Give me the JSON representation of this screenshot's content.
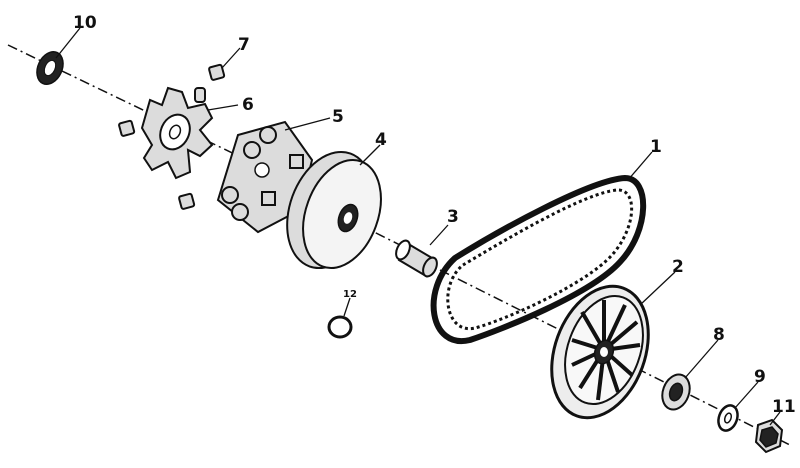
{
  "parts": [
    {
      "id": "1",
      "label": "1"
    },
    {
      "id": "2",
      "label": "2"
    },
    {
      "id": "3",
      "label": "3"
    },
    {
      "id": "4",
      "label": "4"
    },
    {
      "id": "5",
      "label": "5"
    },
    {
      "id": "6",
      "label": "6"
    },
    {
      "id": "7",
      "label": "7"
    },
    {
      "id": "8",
      "label": "8"
    },
    {
      "id": "9",
      "label": "9"
    },
    {
      "id": "10",
      "label": "10"
    },
    {
      "id": "11",
      "label": "11"
    },
    {
      "id": "12",
      "label": "12"
    }
  ]
}
